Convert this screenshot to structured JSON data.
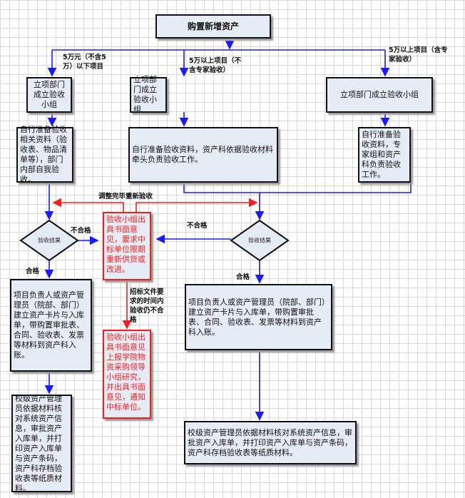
{
  "title": "购置新增资产",
  "branches": {
    "left_label": "5万元（不含5万）以下项目",
    "middle_label": "5万以上项目（不含专家验收）",
    "right_label": "5万以上项目（含专家验收）"
  },
  "left": {
    "step1": "立项部门成立验收小组",
    "step2": "自行准备验收相关资料（验收表、物品清单等），部门内部自我验收。",
    "decision": "验收结果",
    "pass": "合格",
    "fail": "不合格",
    "step3": "项目负责人或资产管理员（院部、部门）建立资产卡片与入库单，带购置审批表、合同、验收表、发票等材料到资产科入账。",
    "step4": "校级资产管理员依据材料核对系统资产信息，审批资产入库单，并打印资产入库单与资产条码，资产科存档验收表等纸质材料。"
  },
  "middle": {
    "step1": "立项部门成立验收小组",
    "step2": "自行准备验收资料，资产科依据验收材料牵头负责验收工作。"
  },
  "right": {
    "step1": "立项部门成立验收小组",
    "step2": "自行准备验收资料，专家组和资产科负责验收工作。",
    "decision": "验收结果",
    "pass": "合格",
    "fail": "不合格",
    "step3": "项目负责人或资产管理员（院部、部门）建立资产卡片与入库单，带购置审批表、合同、验收表、发票等材料到资产科入账。",
    "step4": "校级资产管理员依据材料核对系统资产信息，审批资产入库单，并打印资产入库单与资产条码，资产科存档验收表等纸质材料。"
  },
  "rework": {
    "loop_label": "调整完毕重新验收",
    "opinion1": "验收小组出具书面意见，要求中标单位限期重新供货或改进。",
    "escalate_label": "招标文件要求的时间内验收仍不合格",
    "opinion2": "验收小组出具书面意见上报学院物资采购领导小组研究，并出具书面意见，通知中标单位。"
  },
  "colors": {
    "flow": "#1a1aff",
    "rework": "#ff1a1a",
    "box_fill": "#e6ecf6"
  }
}
